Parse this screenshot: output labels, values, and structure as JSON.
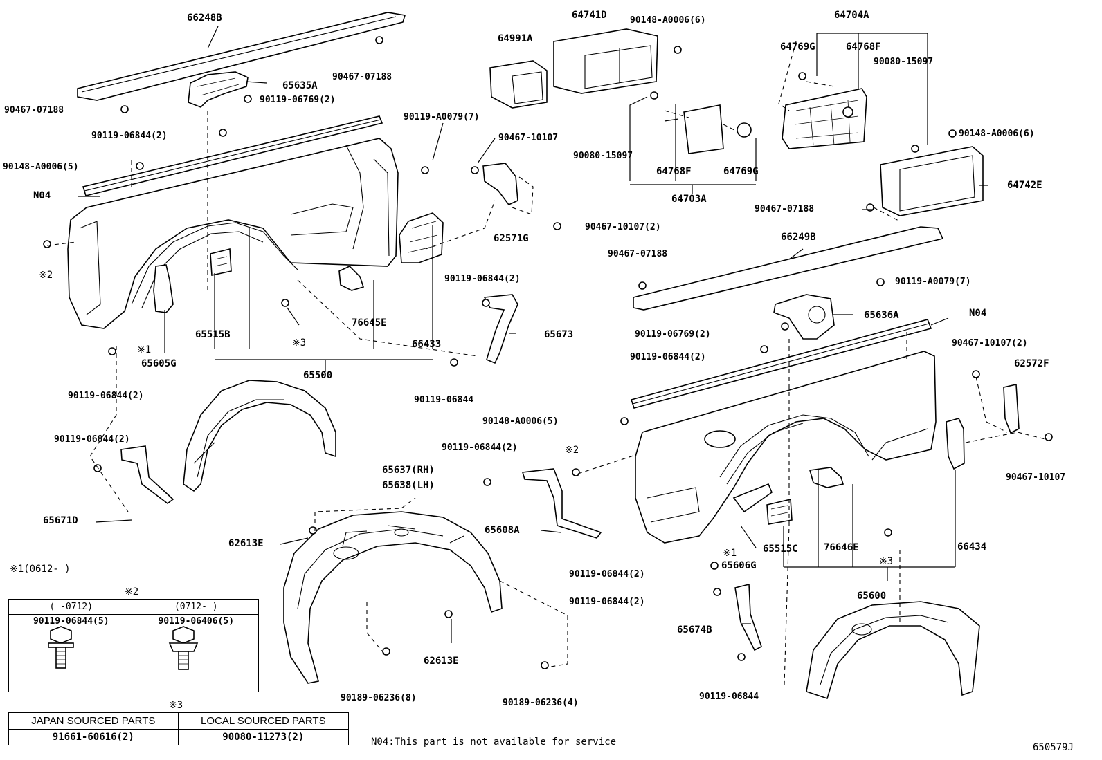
{
  "diagram": {
    "ref_code": "650579J",
    "note_text": "N04:This part is not available for service",
    "note1": "※1(0612-    )",
    "note2_mark": "※2",
    "note2_col_a": "(    -0712)",
    "note2_col_b": "(0712-     )",
    "note2_part_a": "90119-06844(5)",
    "note2_part_b": "90119-06406(5)",
    "note3_mark": "※3",
    "note3_head_a": "JAPAN SOURCED PARTS",
    "note3_head_b": "LOCAL SOURCED PARTS",
    "note3_part_a": "91661-60616(2)",
    "note3_part_b": "90080-11273(2)"
  },
  "labels": {
    "p66248B": "66248B",
    "p90467_07188_a": "90467-07188",
    "p90467_07188_b": "90467-07188",
    "p65635A": "65635A",
    "p90119_06769_a": "90119-06769(2)",
    "p90119_06844_a": "90119-06844(2)",
    "p90148_A0006_a": "90148-A0006(5)",
    "pN04_a": "N04",
    "mark2_a": "※2",
    "p64991A": "64991A",
    "p64741D": "64741D",
    "p90148_A0006_b": "90148-A0006(6)",
    "p90119_A0079_a": "90119-A0079(7)",
    "p90467_10107_a": "90467-10107",
    "p90080_15097_a": "90080-15097",
    "p64768F_a": "64768F",
    "p64769G_a": "64769G",
    "p64703A": "64703A",
    "p62571G": "62571G",
    "p90467_10107_b": "90467-10107(2)",
    "p64704A": "64704A",
    "p64769G_b": "64769G",
    "p64768F_b": "64768F",
    "p90080_15097_b": "90080-15097",
    "p90148_A0006_c": "90148-A0006(6)",
    "p64742E": "64742E",
    "p90467_07188_c": "90467-07188",
    "p66249B": "66249B",
    "p90467_07188_d": "90467-07188",
    "p90119_A0079_b": "90119-A0079(7)",
    "p90119_06844_b": "90119-06844(2)",
    "p65673": "65673",
    "p65515B": "65515B",
    "mark3_a": "※3",
    "p76645E": "76645E",
    "p66433": "66433",
    "mark1_a": "※1",
    "p65605G": "65605G",
    "p65500": "65500",
    "p90119_06844_c": "90119-06844",
    "p90119_06844_d": "90119-06844(2)",
    "p90119_06844_e": "90119-06844(2)",
    "p65671D": "65671D",
    "p90119_06769_b": "90119-06769(2)",
    "p65636A": "65636A",
    "pN04_b": "N04",
    "p90119_06844_f": "90119-06844(2)",
    "p90467_10107_c": "90467-10107(2)",
    "p62572F": "62572F",
    "p90148_A0006_d": "90148-A0006(5)",
    "p90119_06844_g": "90119-06844(2)",
    "mark2_b": "※2",
    "p90467_10107_d": "90467-10107",
    "p65637": "65637(RH)",
    "p65638": "65638(LH)",
    "p62613E_a": "62613E",
    "p65608A": "65608A",
    "mark1_b": "※1",
    "p65606G": "65606G",
    "p65515C": "65515C",
    "p76646E": "76646E",
    "mark3_b": "※3",
    "p66434": "66434",
    "p90119_06844_h": "90119-06844(2)",
    "p65600": "65600",
    "p90119_06844_i": "90119-06844(2)",
    "p65674B": "65674B",
    "p62613E_b": "62613E",
    "p90189_06236_a": "90189-06236(8)",
    "p90189_06236_b": "90189-06236(4)",
    "p90119_06844_j": "90119-06844"
  }
}
